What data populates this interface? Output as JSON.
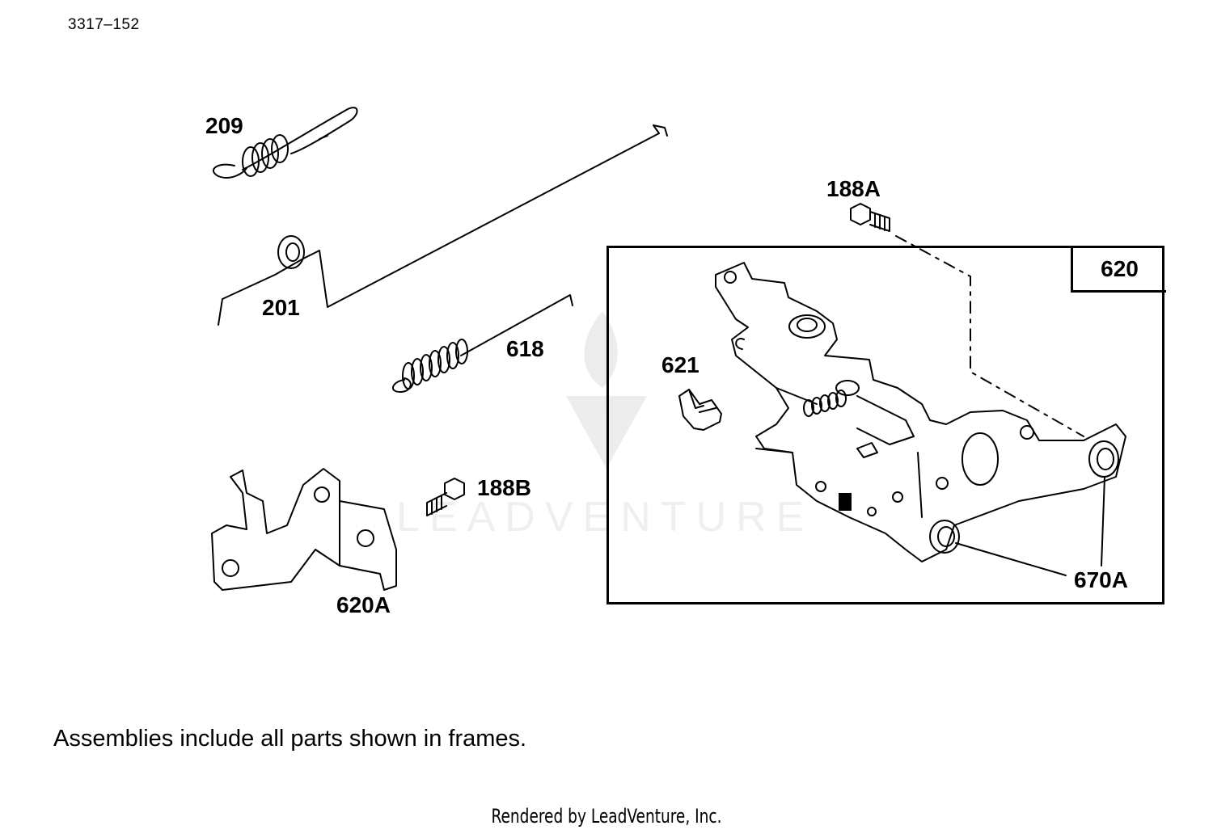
{
  "diagram_ref": "3317–152",
  "labels": {
    "p209": "209",
    "p201": "201",
    "p618": "618",
    "p188A": "188A",
    "p621": "621",
    "p188B": "188B",
    "p620A": "620A",
    "p620": "620",
    "p670A": "670A"
  },
  "note": "Assemblies include all parts shown in frames.",
  "footer": "Rendered by LeadVenture, Inc.",
  "watermark": "LEADVENTURE"
}
